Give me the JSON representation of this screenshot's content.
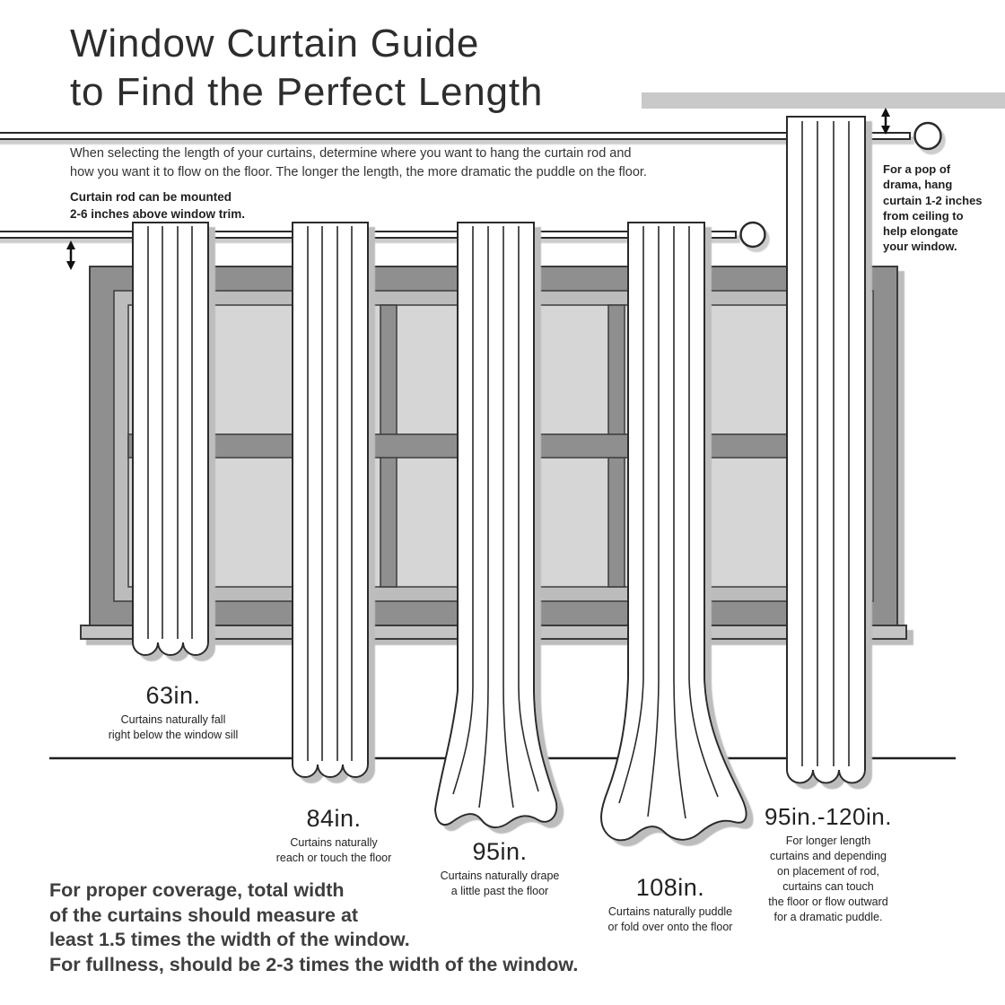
{
  "header": {
    "title_lines": [
      "Window Curtain Guide",
      "to Find the Perfect Length"
    ],
    "intro_lines": [
      "When selecting the length of your curtains, determine where you want to hang the curtain rod and",
      "how you want it to flow on the floor. The longer the length, the more dramatic the puddle on the floor."
    ],
    "rod_note_lines": [
      "Curtain rod can be mounted",
      "2-6 inches above window trim."
    ]
  },
  "drama_note_lines": [
    "For a pop of",
    "drama, hang",
    "curtain 1-2 inches",
    "from ceiling to",
    "help elongate",
    "your window."
  ],
  "curtains": [
    {
      "length_label": "63in.",
      "description_lines": [
        "Curtains naturally fall",
        "right below the window sill"
      ]
    },
    {
      "length_label": "84in.",
      "description_lines": [
        "Curtains naturally",
        "reach or touch the floor"
      ]
    },
    {
      "length_label": "95in.",
      "description_lines": [
        "Curtains naturally drape",
        "a little past the floor"
      ]
    },
    {
      "length_label": "108in.",
      "description_lines": [
        "Curtains naturally puddle",
        "or fold over onto the floor"
      ]
    },
    {
      "length_label": "95in.-120in.",
      "description_lines": [
        "For longer length",
        "curtains and depending",
        "on placement of rod,",
        "curtains can touch",
        "the floor or flow outward",
        "for a dramatic puddle."
      ]
    }
  ],
  "footer": {
    "coverage_lines": [
      "For proper coverage, total width",
      "of the curtains should measure at",
      "least 1.5 times the width of the window.",
      "For fullness, should be 2-3 times the width of the window."
    ]
  },
  "colors": {
    "ceiling_bar": "#c9c9c9",
    "window_frame": "#8f8f8f",
    "window_inner_band": "#bcbcbc",
    "window_pane": "#d6d6d6",
    "window_sill": "#c4c4c4",
    "curtain_fill": "#ffffff",
    "outline": "#2b2b2b",
    "shadow": "#bdbdbd"
  }
}
